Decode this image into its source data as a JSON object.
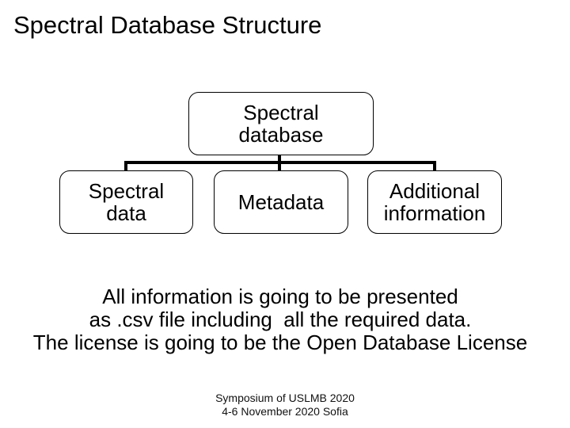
{
  "slide": {
    "title": "Spectral Database Structure",
    "diagram": {
      "root_label": "Spectral\ndatabase",
      "children": [
        {
          "label": "Spectral\ndata"
        },
        {
          "label": "Metadata"
        },
        {
          "label": "Additional\ninformation"
        }
      ]
    },
    "body_lines": [
      "All information is going to be presented",
      "as .csv file including  all the required data.",
      "The license is going to be the Open Database License"
    ],
    "footer_lines": [
      "Symposium of USLMB 2020",
      "4-6 November 2020 Sofia"
    ],
    "colors": {
      "background": "#ffffff",
      "text": "#000000",
      "box_fill": "#ffffff",
      "box_border": "#000000",
      "connector": "#000000"
    }
  }
}
